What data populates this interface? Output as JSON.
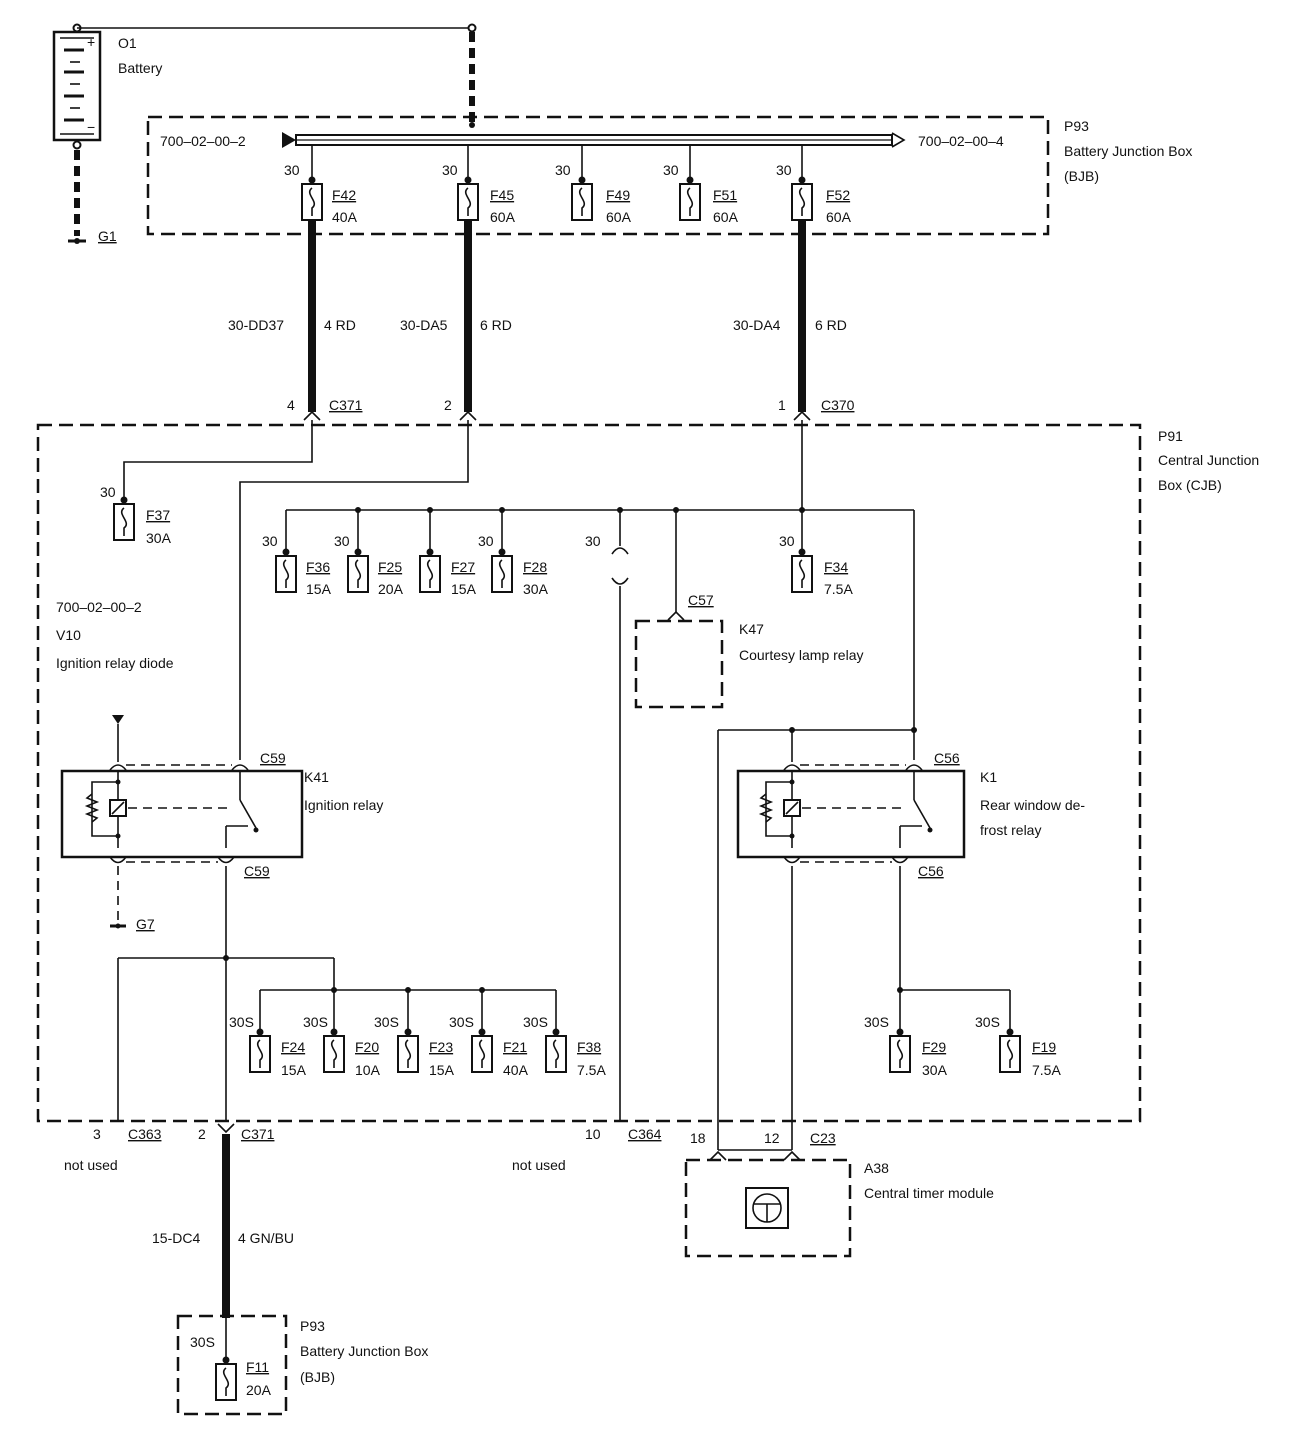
{
  "components": {
    "battery": {
      "id": "O1",
      "name": "Battery",
      "pos_mark": "+",
      "neg_mark": "−"
    },
    "ground_g1": "G1",
    "ground_g7": "G7",
    "bjb_top": {
      "id": "P93",
      "line1": "Battery Junction Box",
      "line2": "(BJB)",
      "ref_left": "700–02–00–2",
      "ref_right": "700–02–00–4"
    },
    "cjb": {
      "id": "P91",
      "line1": "Central Junction",
      "line2": "Box (CJB)"
    },
    "diode": {
      "ref": "700–02–00–2",
      "id": "V10",
      "name": "Ignition relay diode"
    },
    "k41": {
      "id": "K41",
      "name": "Ignition relay",
      "conn_top": "C59",
      "conn_bottom": "C59"
    },
    "k47": {
      "id": "K47",
      "name": "Courtesy lamp relay",
      "conn": "C57"
    },
    "k1": {
      "id": "K1",
      "name_line1": "Rear window de-",
      "name_line2": "frost relay",
      "conn_top": "C56",
      "conn_bottom": "C56"
    },
    "a38": {
      "id": "A38",
      "name": "Central timer module",
      "conn": "C23",
      "pin_a": "18",
      "pin_b": "12"
    },
    "bjb_bottom": {
      "id": "P93",
      "line1": "Battery Junction Box",
      "line2": "(BJB)"
    }
  },
  "fuses_top": [
    {
      "term": "30",
      "id": "F42",
      "rating": "40A"
    },
    {
      "term": "30",
      "id": "F45",
      "rating": "60A"
    },
    {
      "term": "30",
      "id": "F49",
      "rating": "60A"
    },
    {
      "term": "30",
      "id": "F51",
      "rating": "60A"
    },
    {
      "term": "30",
      "id": "F52",
      "rating": "60A"
    }
  ],
  "fuses_cjb_row1": [
    {
      "term": "30",
      "id": "F37",
      "rating": "30A"
    },
    {
      "term": "30",
      "id": "F36",
      "rating": "15A"
    },
    {
      "term": "30",
      "id": "F25",
      "rating": "20A"
    },
    {
      "term": "",
      "id": "F27",
      "rating": "15A"
    },
    {
      "term": "30",
      "id": "F28",
      "rating": "30A"
    },
    {
      "term": "30",
      "id": "F34",
      "rating": "7.5A"
    }
  ],
  "fuses_cjb_row2": [
    {
      "term": "30S",
      "id": "F24",
      "rating": "15A"
    },
    {
      "term": "30S",
      "id": "F20",
      "rating": "10A"
    },
    {
      "term": "30S",
      "id": "F23",
      "rating": "15A"
    },
    {
      "term": "30S",
      "id": "F21",
      "rating": "40A"
    },
    {
      "term": "30S",
      "id": "F38",
      "rating": "7.5A"
    },
    {
      "term": "30S",
      "id": "F29",
      "rating": "30A"
    },
    {
      "term": "30S",
      "id": "F19",
      "rating": "7.5A"
    }
  ],
  "fuse_bottom": {
    "term": "30S",
    "id": "F11",
    "rating": "20A"
  },
  "jumper_term": "30",
  "wires": [
    {
      "circuit": "30-DD37",
      "size": "4 RD"
    },
    {
      "circuit": "30-DA5",
      "size": "6 RD"
    },
    {
      "circuit": "30-DA4",
      "size": "6 RD"
    },
    {
      "circuit": "15-DC4",
      "size": "4 GN/BU"
    }
  ],
  "connectors": {
    "c371_top": {
      "pin": "4",
      "name": "C371"
    },
    "c371_mid_pin": "2",
    "c370": {
      "pin": "1",
      "name": "C370"
    },
    "c363": {
      "pin": "3",
      "name": "C363",
      "note": "not used"
    },
    "c371_bottom": {
      "pin": "2",
      "name": "C371"
    },
    "c364": {
      "pin": "10",
      "name": "C364",
      "note": "not used"
    }
  }
}
